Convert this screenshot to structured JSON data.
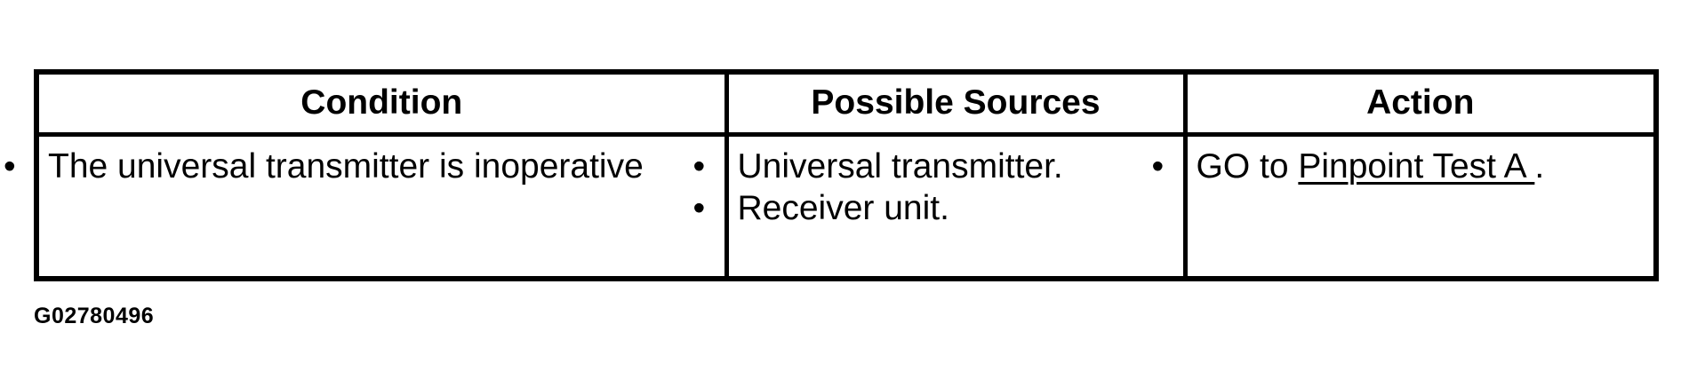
{
  "table": {
    "headers": {
      "condition": "Condition",
      "sources": "Possible Sources",
      "action": "Action"
    },
    "condition_items": [
      "The universal transmitter is inoperative"
    ],
    "source_items": [
      "Universal transmitter.",
      "Receiver unit."
    ],
    "action": {
      "prefix": "GO to ",
      "link_text": "Pinpoint Test A ",
      "suffix": "."
    },
    "bullet_glyph": "•"
  },
  "figure_id": "G02780496"
}
